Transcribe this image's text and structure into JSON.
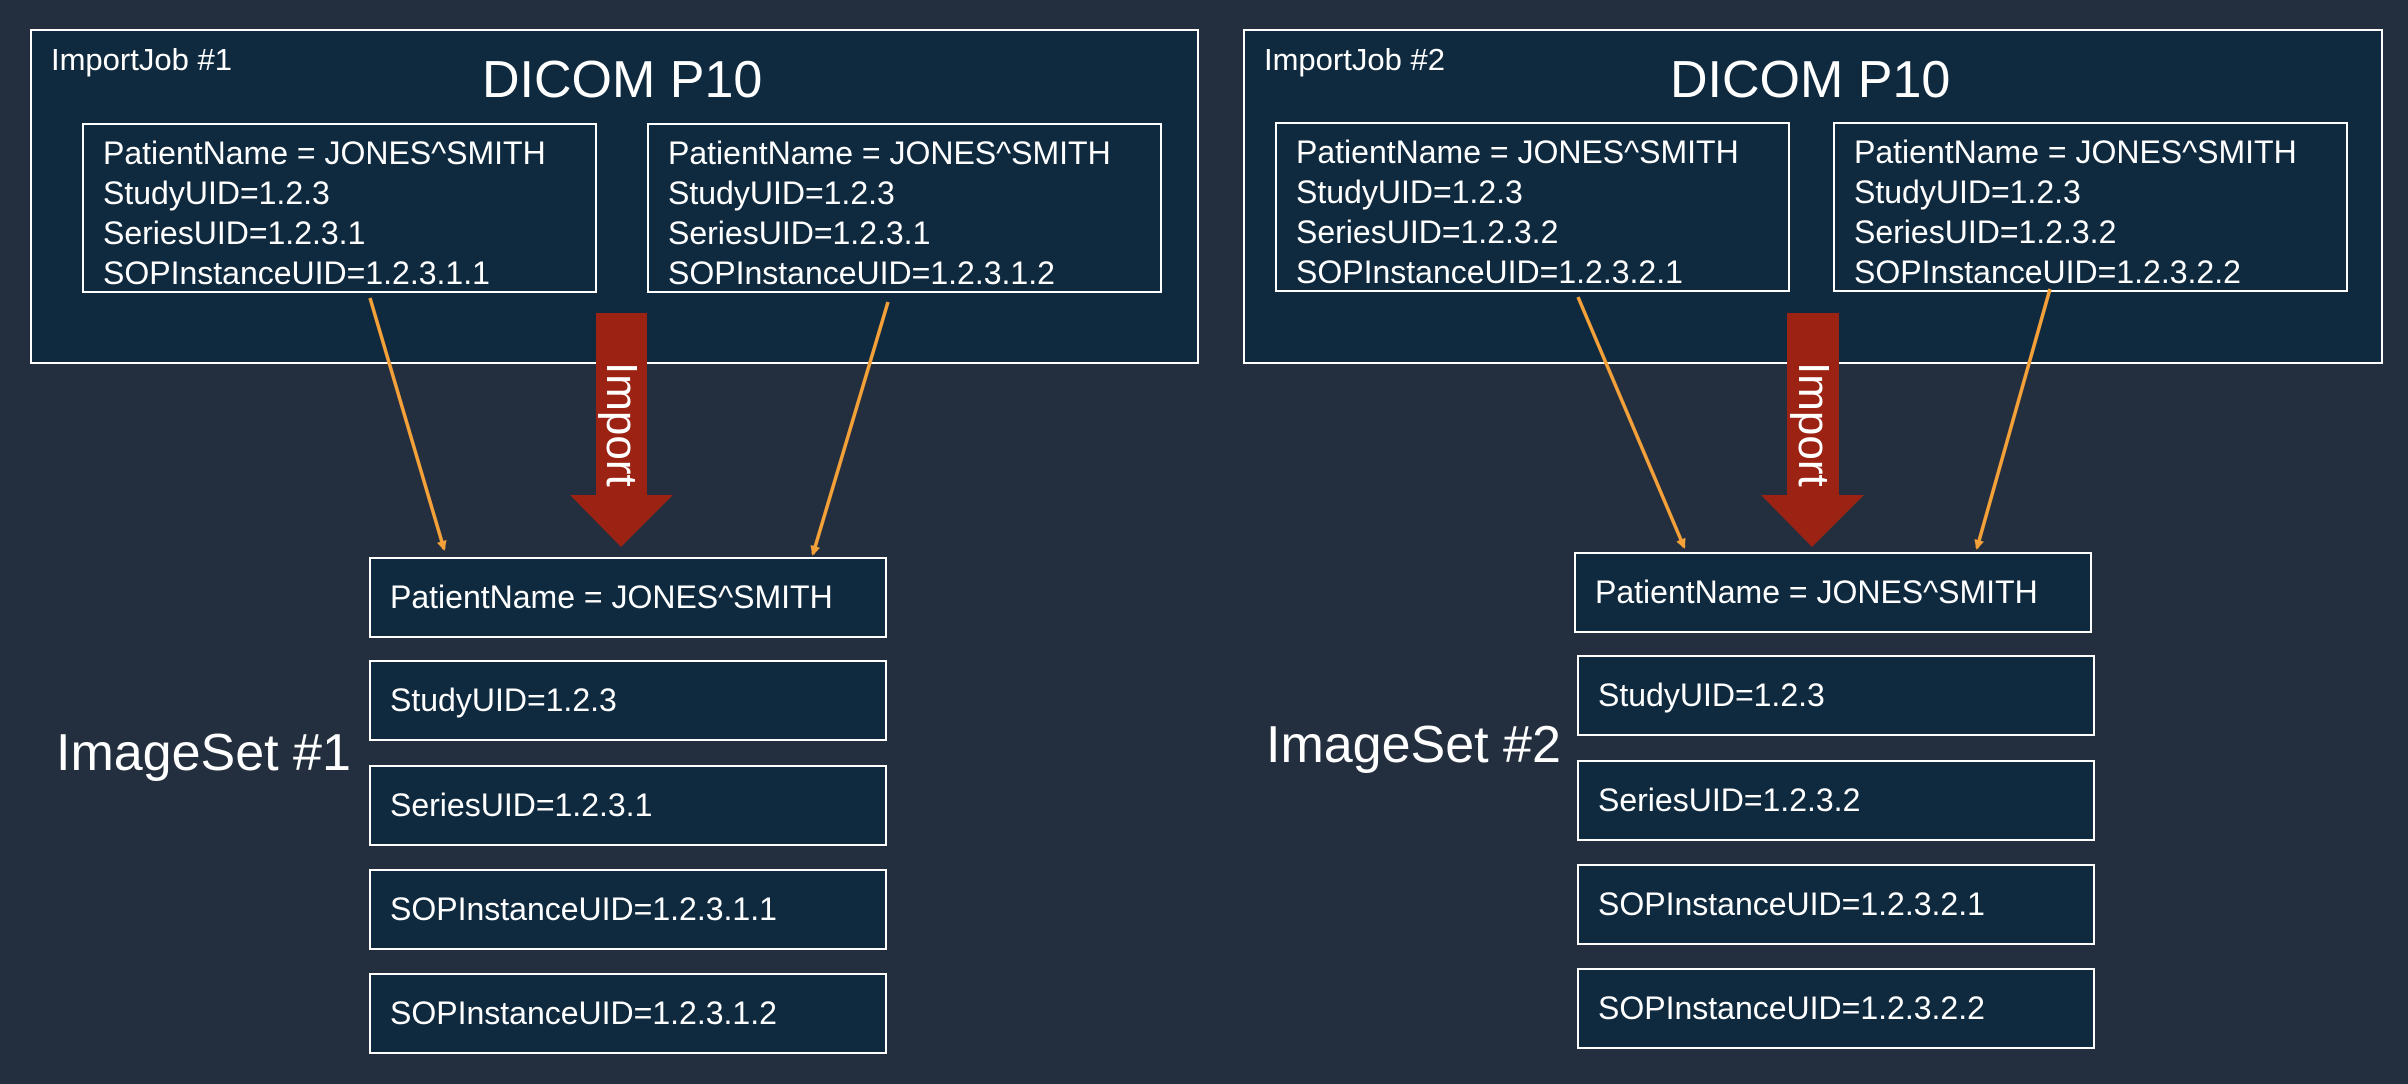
{
  "colors": {
    "background": "#232f3e",
    "box_fill": "#0f2a3f",
    "border": "#ffffff",
    "source_arrow": "#f5a13a",
    "import_arrow": "#9c2314"
  },
  "jobs": [
    {
      "title": "ImportJob #1",
      "heading": "DICOM P10",
      "instances": [
        [
          "PatientName = JONES^SMITH",
          "StudyUID=1.2.3",
          "SeriesUID=1.2.3.1",
          "SOPInstanceUID=1.2.3.1.1"
        ],
        [
          "PatientName = JONES^SMITH",
          "StudyUID=1.2.3",
          "SeriesUID=1.2.3.1",
          "SOPInstanceUID=1.2.3.1.2"
        ]
      ],
      "import_label": "Import",
      "imageset_title": "ImageSet #1",
      "imageset_rows": [
        "PatientName = JONES^SMITH",
        "StudyUID=1.2.3",
        "SeriesUID=1.2.3.1",
        "SOPInstanceUID=1.2.3.1.1",
        "SOPInstanceUID=1.2.3.1.2"
      ]
    },
    {
      "title": "ImportJob #2",
      "heading": "DICOM P10",
      "instances": [
        [
          "PatientName = JONES^SMITH",
          "StudyUID=1.2.3",
          "SeriesUID=1.2.3.2",
          "SOPInstanceUID=1.2.3.2.1"
        ],
        [
          "PatientName = JONES^SMITH",
          "StudyUID=1.2.3",
          "SeriesUID=1.2.3.2",
          "SOPInstanceUID=1.2.3.2.2"
        ]
      ],
      "import_label": "Import",
      "imageset_title": "ImageSet #2",
      "imageset_rows": [
        "PatientName = JONES^SMITH",
        "StudyUID=1.2.3",
        "SeriesUID=1.2.3.2",
        "SOPInstanceUID=1.2.3.2.1",
        "SOPInstanceUID=1.2.3.2.2"
      ]
    }
  ]
}
